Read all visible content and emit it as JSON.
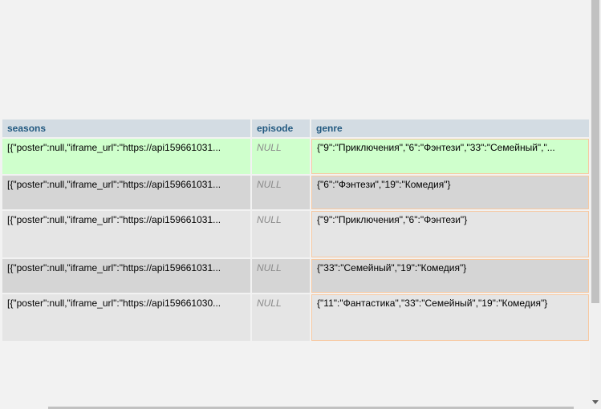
{
  "table": {
    "columns": [
      "seasons",
      "episode",
      "genre"
    ],
    "rows": [
      {
        "seasons": "[{\"poster\":null,\"iframe_url\":\"https://api159661031...",
        "episode": "NULL",
        "genre": "{\"9\":\"Приключения\",\"6\":\"Фэнтези\",\"33\":\"Семейный\",\"..."
      },
      {
        "seasons": "[{\"poster\":null,\"iframe_url\":\"https://api159661031...",
        "episode": "NULL",
        "genre": "{\"6\":\"Фэнтези\",\"19\":\"Комедия\"}"
      },
      {
        "seasons": "[{\"poster\":null,\"iframe_url\":\"https://api159661031...",
        "episode": "NULL",
        "genre": "{\"9\":\"Приключения\",\"6\":\"Фэнтези\"}"
      },
      {
        "seasons": "[{\"poster\":null,\"iframe_url\":\"https://api159661031...",
        "episode": "NULL",
        "genre": "{\"33\":\"Семейный\",\"19\":\"Комедия\"}"
      },
      {
        "seasons": "[{\"poster\":null,\"iframe_url\":\"https://api159661030...",
        "episode": "NULL",
        "genre": "{\"11\":\"Фантастика\",\"33\":\"Семейный\",\"19\":\"Комедия\"}"
      }
    ]
  },
  "colors": {
    "header_background": "#d3dce3",
    "header_text": "#235a81",
    "row_light": "#e5e5e5",
    "row_dark": "#d5d5d5",
    "row_highlight": "#cfffcc",
    "null_text": "#8a8a8a",
    "genre_cell_border": "#f7c9a1"
  },
  "icons": {
    "scroll_down": "chevron-down-icon"
  }
}
